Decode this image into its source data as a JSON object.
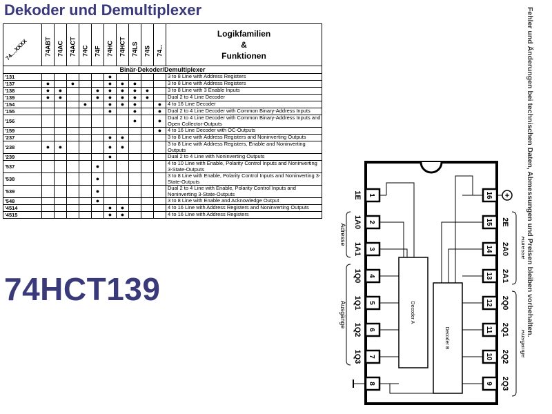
{
  "title": "Dekoder und Demultiplexer",
  "part": "74HCT139",
  "side_note": "Fehler und Änderungen bei technischen Daten, Abmessungen und Preisen bleiben vorbehalten.",
  "table": {
    "corner": "74....XXXX",
    "families": [
      "74ABT",
      "74AC",
      "74ACT",
      "74C",
      "74F",
      "74HC",
      "74HCT",
      "74LS",
      "74S",
      "74..."
    ],
    "logic_header": [
      "Logikfamilien",
      "&",
      "Funktionen"
    ],
    "section": "Binär-Dekoder/Demultiplexer",
    "dot": "●",
    "rows": [
      {
        "code": "'131",
        "marks": [
          0,
          0,
          0,
          0,
          0,
          1,
          0,
          0,
          0,
          0
        ],
        "desc": "3 to 8 Line with Address Registers"
      },
      {
        "code": "'137",
        "marks": [
          1,
          0,
          1,
          0,
          0,
          1,
          1,
          1,
          0,
          0
        ],
        "desc": "3 to 8 Line with Address Registers"
      },
      {
        "code": "'138",
        "marks": [
          1,
          1,
          0,
          0,
          1,
          1,
          1,
          1,
          1,
          0
        ],
        "desc": "3 to 8 Line with 3 Enable Inputs"
      },
      {
        "code": "'139",
        "marks": [
          1,
          1,
          0,
          0,
          1,
          1,
          1,
          1,
          1,
          0
        ],
        "desc": "Dual 2 to 4 Line Decoder"
      },
      {
        "code": "'154",
        "marks": [
          0,
          0,
          0,
          1,
          0,
          1,
          1,
          1,
          0,
          1
        ],
        "desc": "4 to 16 Line Decoder"
      },
      {
        "code": "'155",
        "marks": [
          0,
          0,
          0,
          0,
          0,
          1,
          0,
          1,
          0,
          1
        ],
        "desc": "Dual 2 to 4 Line Decoder with Common Binary-Address Inputs"
      },
      {
        "code": "'156",
        "marks": [
          0,
          0,
          0,
          0,
          0,
          0,
          0,
          1,
          0,
          1
        ],
        "desc": "Dual 2 to 4 Line Decoder with Common Binary-Address Inputs and Open Collector-Outputs"
      },
      {
        "code": "'159",
        "marks": [
          0,
          0,
          0,
          0,
          0,
          0,
          0,
          0,
          0,
          1
        ],
        "desc": "4 to 16 Line Decoder with OC-Outputs"
      },
      {
        "code": "'237",
        "marks": [
          0,
          0,
          0,
          0,
          0,
          1,
          1,
          0,
          0,
          0
        ],
        "desc": "3 to 8 Line with Address Registers and Noninverting Outputs"
      },
      {
        "code": "'238",
        "marks": [
          1,
          1,
          0,
          0,
          0,
          1,
          1,
          0,
          0,
          0
        ],
        "desc": "3 to 8 Line with Address Registers, Enable and Noninverting Outputs"
      },
      {
        "code": "'239",
        "marks": [
          0,
          0,
          0,
          0,
          0,
          1,
          0,
          0,
          0,
          0
        ],
        "desc": "Dual 2 to 4 Line with Noninverting Outputs"
      },
      {
        "code": "'537",
        "marks": [
          0,
          0,
          0,
          0,
          1,
          0,
          0,
          0,
          0,
          0
        ],
        "desc": "4 to 10 Line with Enable, Polarity Control Inputs and Noninverting 3-State-Outputs"
      },
      {
        "code": "'538",
        "marks": [
          0,
          0,
          0,
          0,
          1,
          0,
          0,
          0,
          0,
          0
        ],
        "desc": "3 to 8 Line with Enable, Polarity Control Inputs and Noninverting 3-State-Outputs"
      },
      {
        "code": "'539",
        "marks": [
          0,
          0,
          0,
          0,
          1,
          0,
          0,
          0,
          0,
          0
        ],
        "desc": "Dual 2 to 4 Line with Enable, Polarity Control Inputs and Noninverting 3-State-Outputs"
      },
      {
        "code": "'548",
        "marks": [
          0,
          0,
          0,
          0,
          1,
          0,
          0,
          0,
          0,
          0
        ],
        "desc": "3 to 8 Line with Enable and Acknowledge Output"
      },
      {
        "code": "'4514",
        "marks": [
          0,
          0,
          0,
          0,
          0,
          1,
          1,
          0,
          0,
          0
        ],
        "desc": "4 to 16 Line with Address Registers and Noninverting Outputs"
      },
      {
        "code": "'4515",
        "marks": [
          0,
          0,
          0,
          0,
          0,
          1,
          1,
          0,
          0,
          0
        ],
        "desc": "4 to 16 Line with Address Registers"
      }
    ]
  },
  "diagram": {
    "left_pins": [
      "1",
      "2",
      "3",
      "4",
      "5",
      "6",
      "7",
      "8"
    ],
    "right_pins": [
      "16",
      "15",
      "14",
      "13",
      "12",
      "11",
      "10",
      "9"
    ],
    "left_labels": [
      "1E",
      "1A0",
      "1A1",
      "1Q0",
      "1Q1",
      "1Q2",
      "1Q3",
      ""
    ],
    "right_labels": [
      "",
      "2E",
      "2A0",
      "2A1",
      "2Q0",
      "2Q1",
      "2Q2",
      "2Q3"
    ],
    "left_group_top": "Adresse",
    "left_group_bottom": "Ausgänge",
    "right_group_top": "Adresse",
    "right_group_bottom": "Ausgänge",
    "decoder_a": "Decoder A",
    "decoder_b": "Decoder B",
    "vcc_symbol": "+"
  }
}
